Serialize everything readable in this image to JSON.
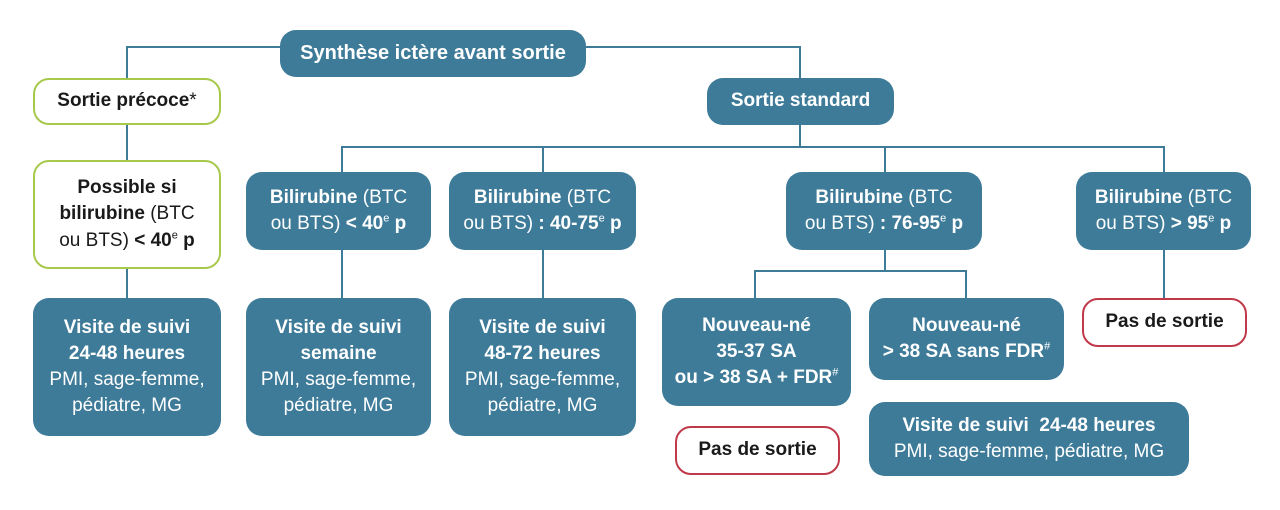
{
  "root": "Synthèse ictère avant sortie",
  "early": {
    "label": "Sortie précoce",
    "mark": "*"
  },
  "standard": "Sortie standard",
  "early_cond": {
    "l1": "Possible si",
    "l2b": "bilirubine",
    "l2n": " (BTC",
    "l3n": "ou BTS) ",
    "l3b": "< 40",
    "l3sup": "e",
    "l3b2": " p"
  },
  "early_visit": {
    "l1": "Visite de suivi",
    "l2": "24-48 heures",
    "l3": "PMI, sage-femme,",
    "l4": "pédiatre, MG"
  },
  "c1": {
    "b": "Bilirubine",
    "n1": " (BTC",
    "n2": "ou BTS) ",
    "v": "< 40",
    "sup": "e",
    "p": " p"
  },
  "c2": {
    "b": "Bilirubine",
    "n1": " (BTC",
    "n2": "ou BTS) ",
    "v": ": 40-75",
    "sup": "e",
    "p": " p"
  },
  "c3": {
    "b": "Bilirubine",
    "n1": " (BTC",
    "n2": "ou BTS) ",
    "v": ": 76-95",
    "sup": "e",
    "p": " p"
  },
  "c4": {
    "b": "Bilirubine",
    "n1": " (BTC",
    "n2": "ou BTS) ",
    "v": "> 95",
    "sup": "e",
    "p": " p"
  },
  "v1": {
    "l1": "Visite de suivi",
    "l2": "semaine",
    "l3": "PMI, sage-femme,",
    "l4": "pédiatre, MG"
  },
  "v2": {
    "l1": "Visite de suivi",
    "l2": "48-72 heures",
    "l3": "PMI, sage-femme,",
    "l4": "pédiatre, MG"
  },
  "nn1": {
    "l1": "Nouveau-né",
    "l2": "35-37 SA",
    "l3": "ou > 38 SA + FDR",
    "sup": "#"
  },
  "nn2": {
    "l1": "Nouveau-né",
    "l2": "> 38 SA sans FDR",
    "sup": "#"
  },
  "nosortie1": "Pas de sortie",
  "nosortie2": "Pas de sortie",
  "v3": {
    "l1": "Visite de suivi  24-48 heures",
    "l2": "PMI, sage-femme, pédiatre, MG"
  },
  "colors": {
    "teal": "#3e7b99",
    "green_border": "#a6c94c",
    "red_border": "#c0394a",
    "line": "#3e7b99"
  }
}
